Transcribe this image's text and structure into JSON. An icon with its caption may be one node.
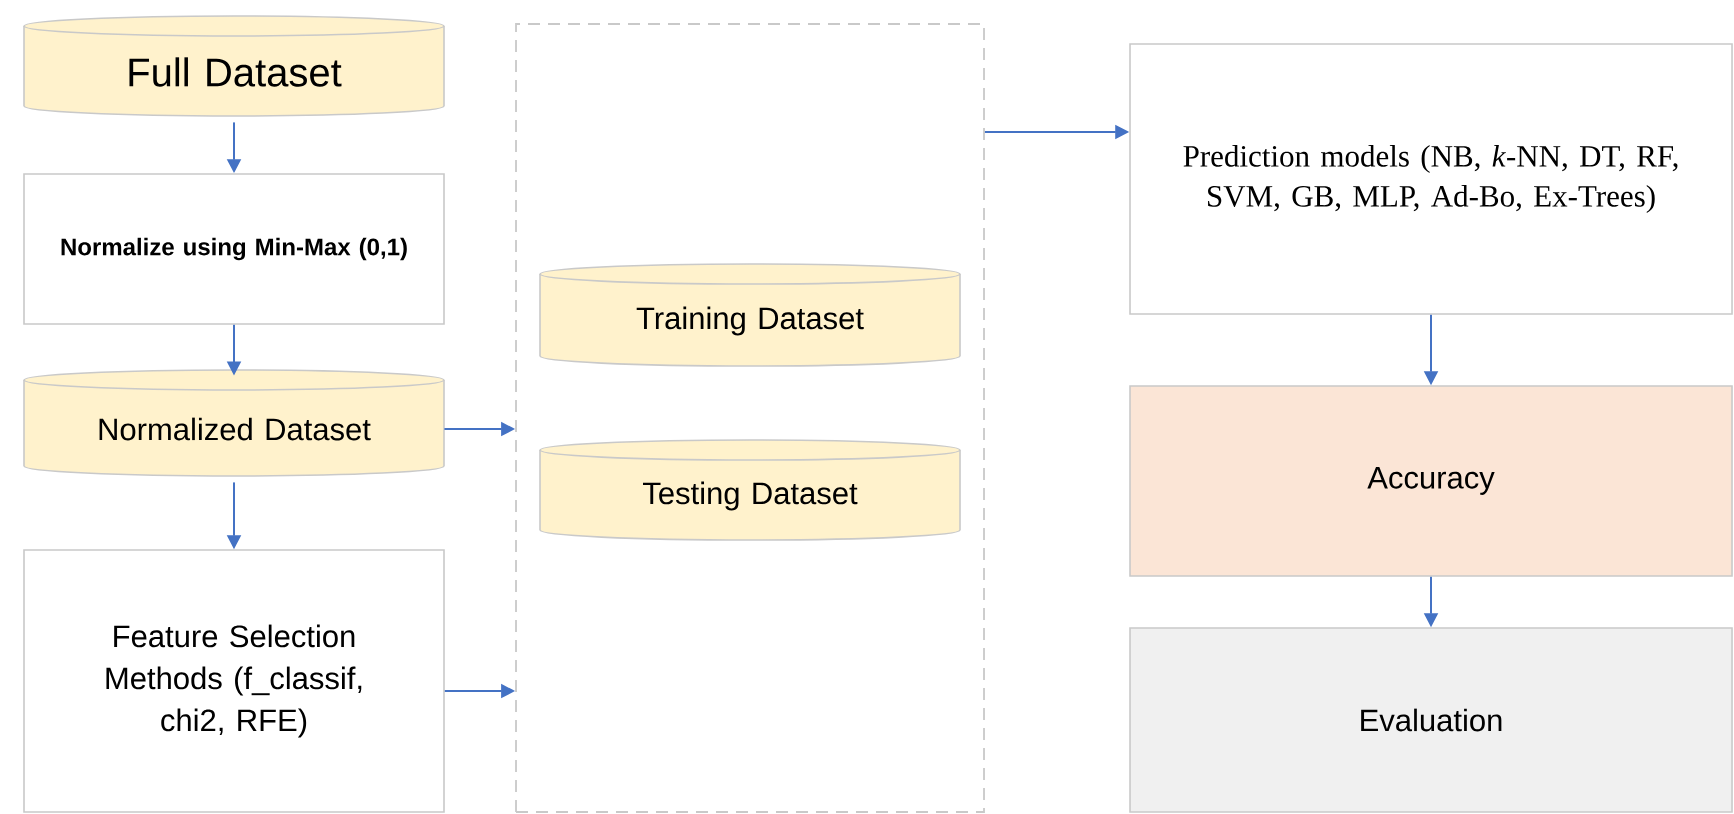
{
  "diagram": {
    "nodes": [
      {
        "text": [
          "Full Dataset"
        ]
      },
      {
        "text": [
          "Normalize using Min-Max (0,1)"
        ]
      },
      {
        "text": [
          "Normalized Dataset"
        ]
      },
      {
        "text": [
          "Feature Selection Methods (f_classif, chi2, RFE)"
        ]
      },
      {
        "text": [],
        "shape": "box"
      },
      {
        "text": [
          "Training Dataset"
        ],
        "in": 4
      },
      {
        "text": [
          "Testing Dataset"
        ],
        "in": 4
      },
      {
        "text": [
          "Prediction models (NB, *k*-NN, DT, RF, SVM, GB, MLP, Ad-Bo, Ex-Trees)"
        ]
      },
      {
        "text": [
          "Accuracy"
        ]
      },
      {
        "text": [
          "Evaluation"
        ]
      }
    ],
    "edges": [
      {
        "from": 0,
        "to": 1,
        "arrow": "to"
      },
      {
        "from": 1,
        "to": 2,
        "arrow": "to"
      },
      {
        "from": 2,
        "to": 3,
        "arrow": "to"
      },
      {
        "from": 2,
        "to": 4,
        "arrow": "to"
      },
      {
        "from": 3,
        "to": 4,
        "arrow": "to"
      },
      {
        "from": 4,
        "to": 7,
        "arrow": "to"
      },
      {
        "from": 7,
        "to": 8,
        "arrow": "to"
      },
      {
        "from": 8,
        "to": 9,
        "arrow": "to"
      }
    ]
  }
}
